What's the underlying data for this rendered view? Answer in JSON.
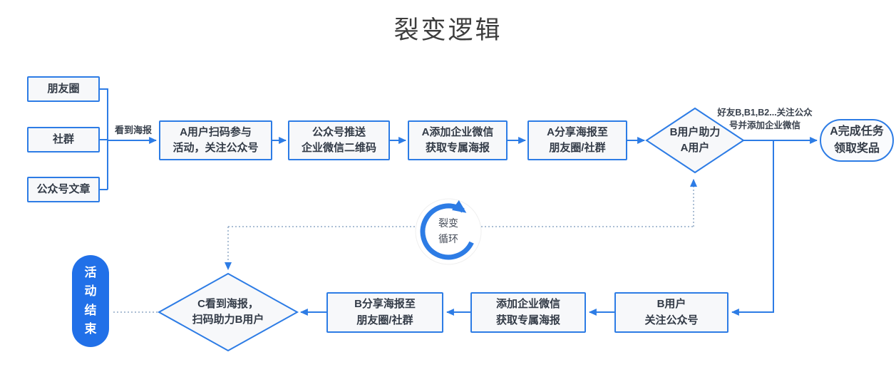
{
  "title": "裂变逻辑",
  "colors": {
    "primary": "#2D7CE5",
    "node_fill": "#F7F8FA",
    "text": "#333B47",
    "pill_fill": "#2170E8",
    "dotted": "#8FA8C6"
  },
  "sources": [
    "朋友圈",
    "社群",
    "公众号文章"
  ],
  "labels": {
    "see_poster": "看到海报",
    "friends_note_line1": "好友B,B1,B2...关注公众",
    "friends_note_line2": "号并添加企业微信"
  },
  "top_flow": [
    {
      "line1": "A用户扫码参与",
      "line2": "活动，关注公众号"
    },
    {
      "line1": "公众号推送",
      "line2": "企业微信二维码"
    },
    {
      "line1": "A添加企业微信",
      "line2": "获取专属海报"
    },
    {
      "line1": "A分享海报至",
      "line2": "朋友圈/社群"
    }
  ],
  "decision_b": {
    "line1": "B用户助力",
    "line2": "A用户"
  },
  "reward": {
    "line1": "A完成任务",
    "line2": "领取奖品"
  },
  "bottom_flow": [
    {
      "line1": "B用户",
      "line2": "关注公众号"
    },
    {
      "line1": "添加企业微信",
      "line2": "获取专属海报"
    },
    {
      "line1": "B分享海报至",
      "line2": "朋友圈/社群"
    }
  ],
  "decision_c": {
    "line1": "C看到海报，",
    "line2": "扫码助力B用户"
  },
  "loop_badge": {
    "line1": "裂变",
    "line2": "循环"
  },
  "terminal": "活动结束"
}
